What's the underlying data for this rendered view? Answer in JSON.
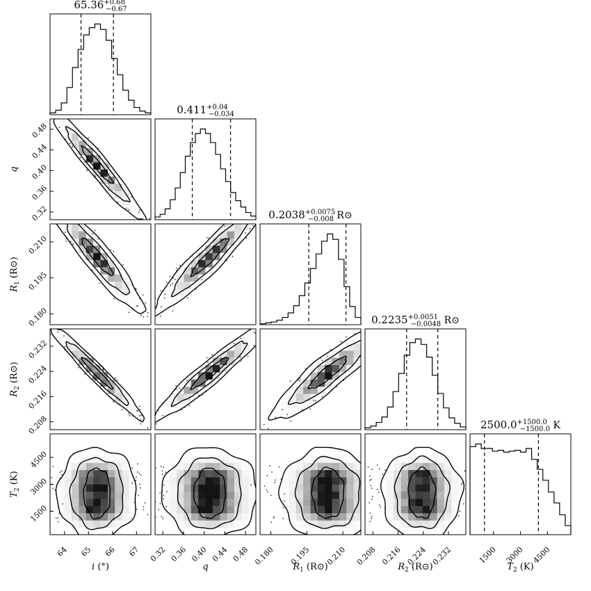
{
  "chart_data": {
    "type": "corner",
    "parameters": [
      {
        "label": "i (°)",
        "label_parts": [
          "i",
          " (°)"
        ],
        "range": [
          63.4,
          67.6
        ],
        "ticks": [
          "64",
          "65",
          "66",
          "67"
        ],
        "tick_values": [
          64,
          65,
          66,
          67
        ],
        "median": 65.36,
        "lower": 64.69,
        "upper": 66.04,
        "title": "65.36",
        "title_plus": "+0.68",
        "title_minus": "−0.67",
        "title_suffix": "",
        "hist": [
          0.02,
          0.05,
          0.13,
          0.3,
          0.52,
          0.72,
          0.88,
          0.96,
          1.0,
          0.94,
          0.82,
          0.62,
          0.44,
          0.27,
          0.16,
          0.08,
          0.04,
          0.02
        ]
      },
      {
        "label": "q",
        "label_parts": [
          "q",
          ""
        ],
        "range": [
          0.305,
          0.5
        ],
        "ticks": [
          "0.32",
          "0.36",
          "0.40",
          "0.44",
          "0.48"
        ],
        "tick_values": [
          0.32,
          0.36,
          0.4,
          0.44,
          0.48
        ],
        "median": 0.411,
        "lower": 0.377,
        "upper": 0.451,
        "title": "0.411",
        "title_plus": "+0.04",
        "title_minus": "−0.034",
        "title_suffix": "",
        "hist": [
          0.03,
          0.06,
          0.12,
          0.22,
          0.35,
          0.52,
          0.7,
          0.85,
          0.95,
          1.0,
          0.95,
          0.85,
          0.72,
          0.56,
          0.42,
          0.3,
          0.21,
          0.14,
          0.08,
          0.04
        ]
      },
      {
        "label": "R₁ (R⊙)",
        "label_parts": [
          "R",
          "1",
          " (R⊙)"
        ],
        "range": [
          0.1755,
          0.2175
        ],
        "ticks": [
          "0.180",
          "0.195",
          "0.210"
        ],
        "tick_values": [
          0.18,
          0.195,
          0.21
        ],
        "median": 0.2038,
        "lower": 0.1958,
        "upper": 0.2113,
        "title": "0.2038",
        "title_plus": "+0.0075",
        "title_minus": "−0.008",
        "title_suffix": " R⊙",
        "hist": [
          0.01,
          0.02,
          0.03,
          0.05,
          0.08,
          0.13,
          0.21,
          0.32,
          0.46,
          0.62,
          0.78,
          0.92,
          1.0,
          0.94,
          0.72,
          0.42,
          0.2,
          0.08
        ]
      },
      {
        "label": "R₂ (R⊙)",
        "label_parts": [
          "R",
          "2",
          " (R⊙)"
        ],
        "range": [
          0.2055,
          0.2375
        ],
        "ticks": [
          "0.208",
          "0.216",
          "0.224",
          "0.232"
        ],
        "tick_values": [
          0.208,
          0.216,
          0.224,
          0.232
        ],
        "median": 0.2235,
        "lower": 0.2187,
        "upper": 0.2286,
        "title": "0.2235",
        "title_plus": "+0.0051",
        "title_minus": "−0.0048",
        "title_suffix": " R⊙",
        "hist": [
          0.02,
          0.04,
          0.08,
          0.14,
          0.25,
          0.42,
          0.62,
          0.82,
          0.96,
          1.0,
          0.94,
          0.8,
          0.6,
          0.4,
          0.24,
          0.13,
          0.07,
          0.03
        ]
      },
      {
        "label": "T₂ (K)",
        "label_parts": [
          "T",
          "2",
          " (K)"
        ],
        "range": [
          200,
          5800
        ],
        "ticks": [
          "1500",
          "3000",
          "4500"
        ],
        "tick_values": [
          1500,
          3000,
          4500
        ],
        "median": 2500.0,
        "lower": 1000.0,
        "upper": 4000.0,
        "title": "2500.0",
        "title_plus": "+1500.0",
        "title_minus": "−1500.0",
        "title_suffix": " K",
        "hist": [
          0.97,
          1.0,
          0.95,
          0.95,
          0.92,
          0.93,
          0.91,
          0.92,
          0.93,
          0.91,
          0.95,
          0.83,
          0.72,
          0.6,
          0.47,
          0.35,
          0.22,
          0.1
        ]
      }
    ],
    "pairs": [
      {
        "row": 1,
        "col": 0,
        "corr": -0.96,
        "mean": [
          65.36,
          0.411
        ],
        "sd": [
          0.65,
          0.036
        ],
        "levels": [
          1,
          2,
          3
        ]
      },
      {
        "row": 2,
        "col": 0,
        "corr": -0.93,
        "mean": [
          65.36,
          0.2038
        ],
        "sd": [
          0.65,
          0.0078
        ],
        "levels": [
          1,
          2,
          3
        ]
      },
      {
        "row": 2,
        "col": 1,
        "corr": 0.94,
        "mean": [
          0.411,
          0.2038
        ],
        "sd": [
          0.036,
          0.0078
        ],
        "levels": [
          1,
          2,
          3
        ]
      },
      {
        "row": 3,
        "col": 0,
        "corr": -0.97,
        "mean": [
          65.36,
          0.2235
        ],
        "sd": [
          0.65,
          0.005
        ],
        "levels": [
          1,
          2,
          3
        ]
      },
      {
        "row": 3,
        "col": 1,
        "corr": 0.95,
        "mean": [
          0.411,
          0.2235
        ],
        "sd": [
          0.036,
          0.005
        ],
        "levels": [
          1,
          2,
          3
        ]
      },
      {
        "row": 3,
        "col": 2,
        "corr": 0.9,
        "mean": [
          0.2038,
          0.2235
        ],
        "sd": [
          0.0078,
          0.005
        ],
        "levels": [
          1,
          2,
          3
        ]
      },
      {
        "row": 4,
        "col": 0,
        "corr": 0.0,
        "mean": [
          65.36,
          2500
        ],
        "sd": [
          0.65,
          1500
        ],
        "levels": [
          1,
          2,
          3
        ],
        "flat_y": true
      },
      {
        "row": 4,
        "col": 1,
        "corr": 0.0,
        "mean": [
          0.411,
          2500
        ],
        "sd": [
          0.036,
          1500
        ],
        "levels": [
          1,
          2,
          3
        ],
        "flat_y": true
      },
      {
        "row": 4,
        "col": 2,
        "corr": 0.0,
        "mean": [
          0.2038,
          2500
        ],
        "sd": [
          0.0078,
          1500
        ],
        "levels": [
          1,
          2,
          3
        ],
        "flat_y": true
      },
      {
        "row": 4,
        "col": 3,
        "corr": 0.0,
        "mean": [
          0.2235,
          2500
        ],
        "sd": [
          0.005,
          1500
        ],
        "levels": [
          1,
          2,
          3
        ],
        "flat_y": true
      }
    ],
    "grid": false
  }
}
